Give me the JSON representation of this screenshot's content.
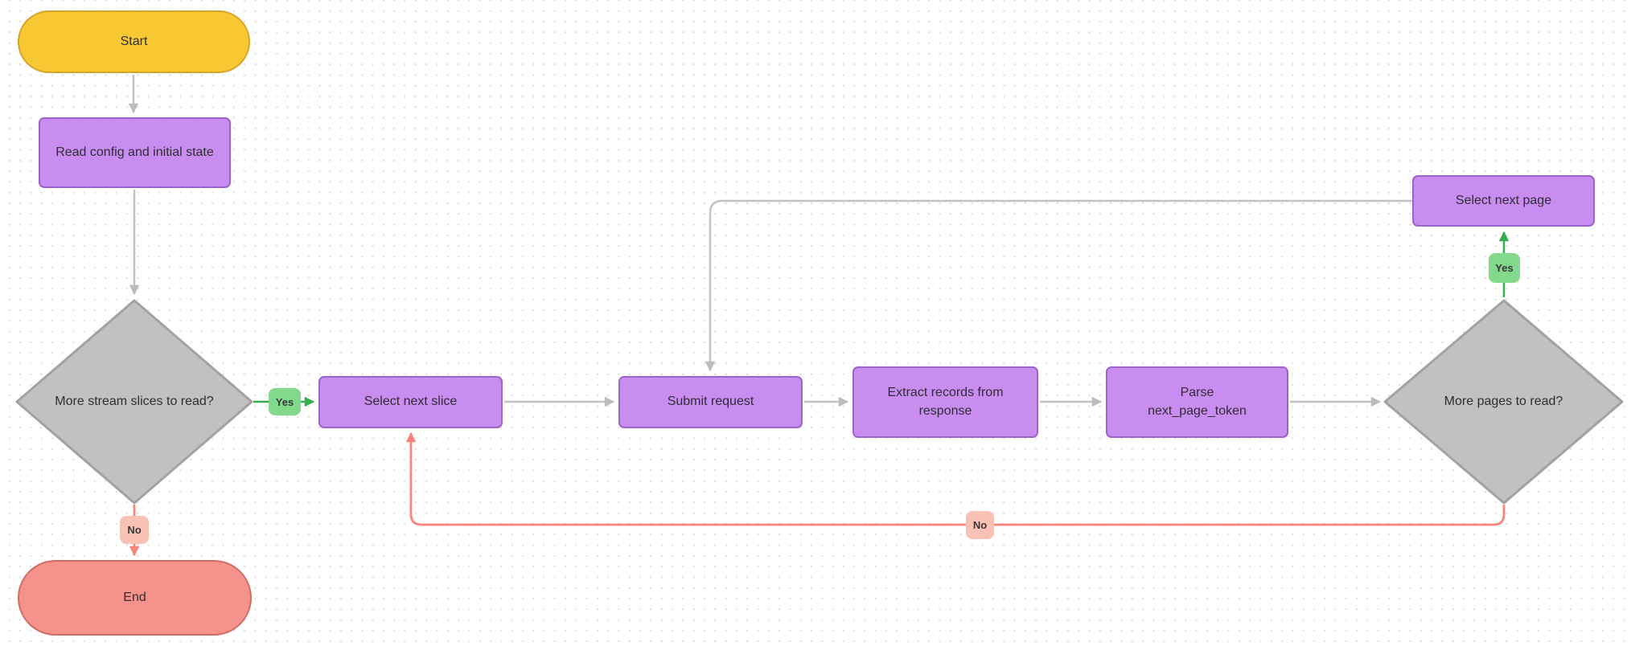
{
  "diagram": {
    "type": "flowchart",
    "background": "dot-grid",
    "description": "Stream slice / pagination read loop flowchart"
  },
  "nodes": {
    "start": {
      "label": "Start",
      "shape": "terminal",
      "fill": "#F7C832",
      "border": "#D9A42B"
    },
    "read_config": {
      "label": "Read config and initial state",
      "shape": "process",
      "fill": "#C98CF0",
      "border": "#9D63C9"
    },
    "more_slices": {
      "label": "More stream slices to read?",
      "shape": "decision",
      "fill": "#C2C1C0",
      "border": "#A3A2A0"
    },
    "select_next_slice": {
      "label": "Select next slice",
      "shape": "process",
      "fill": "#C98CF0",
      "border": "#9D63C9"
    },
    "submit_request": {
      "label": "Submit request",
      "shape": "process",
      "fill": "#C98CF0",
      "border": "#9D63C9"
    },
    "extract_records": {
      "label": "Extract records from response",
      "shape": "process",
      "fill": "#C98CF0",
      "border": "#9D63C9"
    },
    "parse_token": {
      "label": "Parse next_page_token",
      "shape": "process",
      "fill": "#C98CF0",
      "border": "#9D63C9"
    },
    "more_pages": {
      "label": "More pages to read?",
      "shape": "decision",
      "fill": "#C2C1C0",
      "border": "#A3A2A0"
    },
    "select_next_page": {
      "label": "Select next page",
      "shape": "process",
      "fill": "#C98CF0",
      "border": "#9D63C9"
    },
    "end": {
      "label": "End",
      "shape": "terminal",
      "fill": "#F5928B",
      "border": "#D26B63"
    }
  },
  "edge_labels": {
    "slices_yes": "Yes",
    "slices_no": "No",
    "pages_yes": "Yes",
    "pages_no": "No"
  },
  "colors": {
    "connector_gray": "#C4C3C3",
    "connector_green": "#35AC4E",
    "connector_pink": "#F8847C",
    "badge_green": "#82D98B",
    "badge_pink": "#FAC1B5",
    "text": "#2E2E32",
    "dot_grid": "#E2E2E2"
  }
}
